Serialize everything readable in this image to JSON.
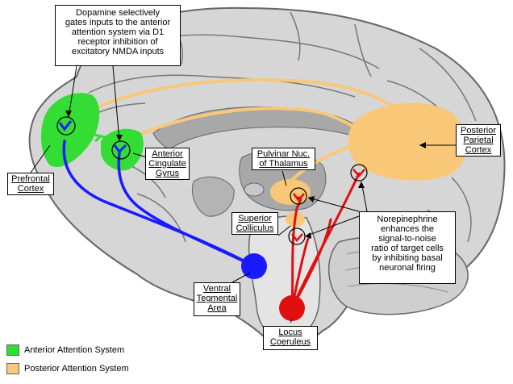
{
  "annotations": {
    "dopamine_note": [
      "Dopamine selectively",
      "gates inputs to the anterior",
      "attention system via D1",
      "receptor inhibition of",
      "excitatory NMDA inputs"
    ],
    "norepinephrine_note": [
      "Norepinephrine",
      "enhances the",
      "signal-to-noise",
      "ratio of target cells",
      "by inhibiting basal",
      "neuronal firing"
    ]
  },
  "labels": {
    "prefrontal": [
      "Prefrontal",
      "Cortex"
    ],
    "anterior_cingulate": [
      "Anterior",
      "Cingulate",
      "Gyrus"
    ],
    "pulvinar": [
      "Pulvinar Nuc.",
      "of Thalamus"
    ],
    "superior_colliculus": [
      "Superior",
      "Colliculus"
    ],
    "posterior_parietal": [
      "Posterior",
      "Parietal",
      "Cortex"
    ],
    "ventral_tegmental": [
      "Ventral",
      "Tegmental",
      "Area"
    ],
    "locus_coeruleus": [
      "Locus",
      "Coeruleus"
    ]
  },
  "legend": [
    {
      "label": "Anterior Attention System",
      "color": "#33dd33"
    },
    {
      "label": "Posterior Attention System",
      "color": "#f8c878"
    }
  ],
  "colors": {
    "anterior": "#33dd33",
    "posterior": "#f8c878",
    "dopamine_path": "#1a1aff",
    "norepinephrine_path": "#e01010",
    "brain_fill": "#d8d8d8",
    "deep_structures": "#a8a8a8"
  }
}
